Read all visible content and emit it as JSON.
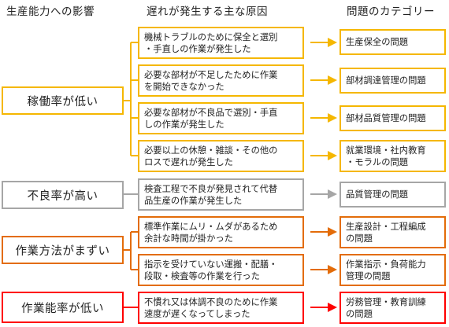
{
  "headers": {
    "impact": "生産能力への影響",
    "cause": "遅れが発生する主な原因",
    "problem": "問題のカテゴリー"
  },
  "colors": {
    "yellow": "#f5b700",
    "gray": "#a6a6a6",
    "orange": "#e36c09",
    "red": "#ff0000"
  },
  "groups": [
    {
      "category": "稼働率が低い",
      "color": "yellow",
      "rows": [
        {
          "cause": "機械トラブルのために保全と選別\n・手直しの作業が発生した",
          "problem": "生産保全の問題"
        },
        {
          "cause": "必要な部材が不足したために作業\nを開始できなかった",
          "problem": "部材調達管理の問題"
        },
        {
          "cause": "必要な部材が不良品で選別・手直\nしの作業が発生した",
          "problem": "部材品質管理の問題"
        },
        {
          "cause": "必要以上の休憩・雑談・その他の\nロスで遅れが発生した",
          "problem": "就業環境・社内教育\n・モラルの問題"
        }
      ]
    },
    {
      "category": "不良率が高い",
      "color": "gray",
      "rows": [
        {
          "cause": "検査工程で不良が発見されて代替\n品生産の作業が発生した",
          "problem": "品質管理の問題"
        }
      ]
    },
    {
      "category": "作業方法がまずい",
      "color": "orange",
      "rows": [
        {
          "cause": "標準作業にムリ・ムダがあるため\n余計な時間が掛かった",
          "problem": "生産設計・工程編成\nの問題"
        },
        {
          "cause": "指示を受けていない運搬・配膳・\n段取・検査等の作業を行った",
          "problem": "作業指示・負荷能力\n管理の問題"
        }
      ]
    },
    {
      "category": "作業能率が低い",
      "color": "red",
      "rows": [
        {
          "cause": "不慣れ又は体調不良のために作業\n速度が遅くなってしまった",
          "problem": "労務管理・教育訓練\nの問題"
        }
      ]
    }
  ]
}
